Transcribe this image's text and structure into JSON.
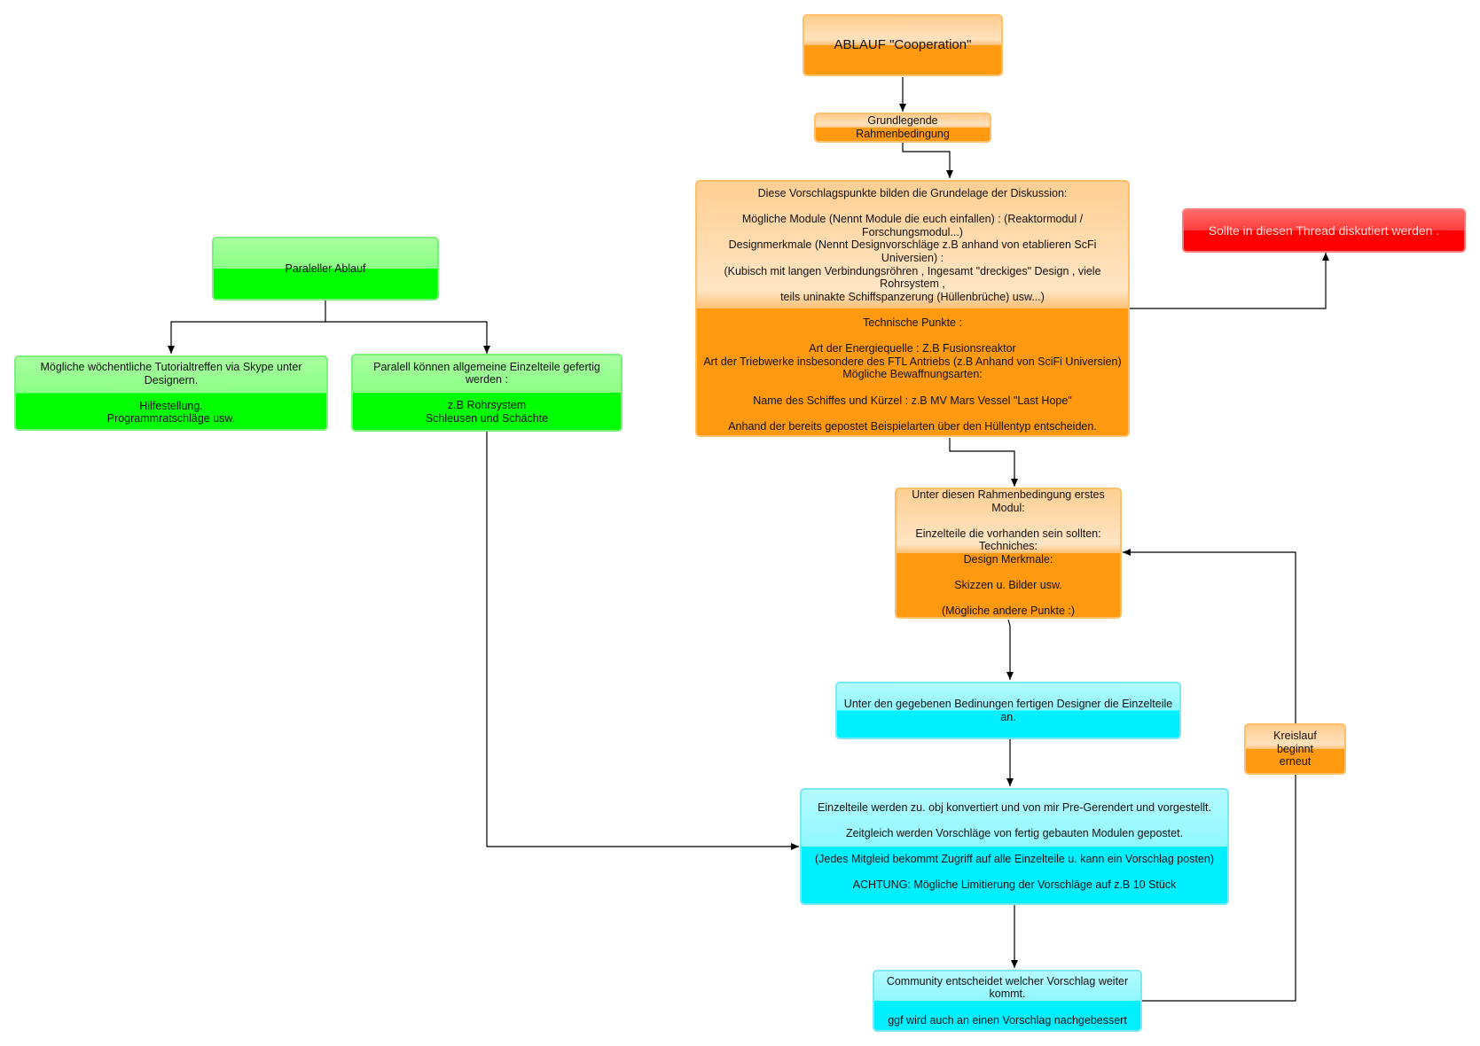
{
  "nodes": {
    "title": "ABLAUF \"Cooperation\"",
    "grundlegende": "Grundlegende Rahmenbedingung",
    "vorschlag": "Diese Vorschlagspunkte bilden die Grundelage der Diskussion:\n\nMögliche Module (Nennt Module die euch einfallen) : (Reaktormodul / Forschungsmodul...)\nDesignmerkmale (Nennt Designvorschläge z.B anhand von etablieren ScFi Universien) :\n(Kubisch mit langen Verbindungsröhren , Ingesamt \"dreckiges\" Design , viele Rohrsystem ,\nteils uninakte Schiffspanzerung (Hüllenbrüche) usw...)\n\nTechnische Punkte  :\n\nArt der Energiequelle : Z.B Fusionsreaktor\nArt der Triebwerke insbesondere des FTL Antriebs (z.B Anhand von SciFi Universien)\nMögliche Bewaffnungsarten:\n\nName des Schiffes und Kürzel : z.B MV Mars Vessel   \"Last Hope\"\n\nAnhand der bereits gepostet Beispielarten über den Hüllentyp entscheiden.\n\n\n",
    "thread": "Sollte in diesen Thread diskutiert werden .",
    "paraleller": "Paraleller Ablauf",
    "tutorial": "Mögliche wöchentliche Tutorialtreffen  via Skype unter Designern.\n\nHilfestellung.\nProgrammratschläge usw.",
    "paralell": "Paralell  können allgemeine Einzelteile gefertig werden :\n\nz.B Rohrsystem\nSchleusen und Schächte",
    "modul": "Unter diesen Rahmenbedingung erstes Modul:\n\nEinzelteile die vorhanden sein sollten:\nTechniches:\nDesign Merkmale:\n\nSkizzen u. Bilder usw.\n\n(Mögliche andere Punkte :)",
    "designer": "Unter den gegebenen  Bedinungen fertigen Designer die Einzelteile an.",
    "einzelteile": "Einzelteile werden zu. obj konvertiert und von mir Pre-Gerendert und vorgestellt.\n\nZeitgleich werden Vorschläge von fertig gebauten Modulen gepostet.\n\n(Jedes Mitgleid bekommt Zugriff auf alle Einzelteile u. kann ein Vorschlag posten)\n\nACHTUNG: Mögliche Limitierung der Vorschläge auf z.B  10 Stück",
    "community": "Community entscheidet welcher Vorschlag weiter kommt.\n\nggf wird auch an einen Vorschlag nachgebessert",
    "kreislauf": "Kreislauf\nbeginnt\nerneut"
  },
  "colors": {
    "orange": "#ff9a10",
    "green": "#00ff00",
    "cyan": "#00f0ff",
    "red": "#ff0000",
    "connector": "#000000"
  }
}
